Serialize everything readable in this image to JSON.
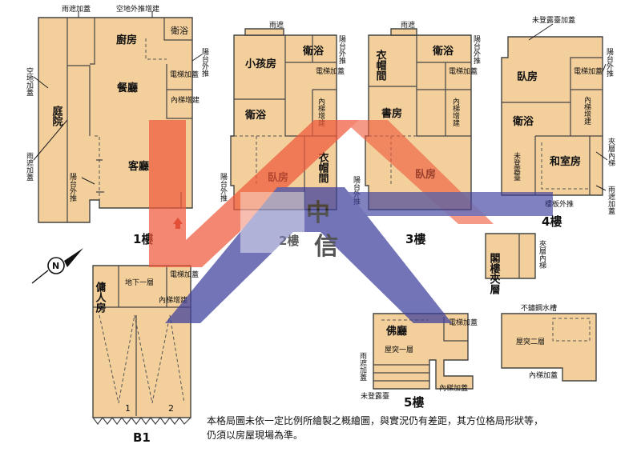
{
  "floors": {
    "f1": "1樓",
    "f2": "2樓",
    "f3": "3樓",
    "f4": "4樓",
    "f5": "5樓",
    "b1": "B1"
  },
  "f1": {
    "rain_cover_top": "雨遮加蓋",
    "yard_ext": "空地外推增建",
    "kitchen": "廚房",
    "bath": "衛浴",
    "balcony_out": "陽台外推",
    "dining": "餐廳",
    "elevator": "電梯加蓋",
    "inner_stair": "內梯增建",
    "yard": "庭院",
    "living": "客廳",
    "balcony_out2": "陽台外推",
    "yard_cover": "空地加蓋",
    "rain_cover_side": "雨遮加蓋"
  },
  "f2": {
    "rain": "雨遮",
    "kid_room": "小孩房",
    "bath_top": "衛浴",
    "balcony": "陽台外推",
    "elevator": "電梯加蓋",
    "bath": "衛浴",
    "inner_stair": "內梯增建",
    "wardrobe": "衣帽間",
    "bedroom": "臥房",
    "balcony_left": "陽台外推"
  },
  "f3": {
    "rain": "雨遮",
    "wardrobe": "衣帽間",
    "bath": "衛浴",
    "balcony": "陽台外推",
    "elevator": "電梯加蓋",
    "inner_stair": "內梯增建",
    "study": "書房",
    "bedroom": "臥房",
    "balcony_left": "陽台外推"
  },
  "f4": {
    "unreg_cover": "未登露臺加蓋",
    "bedroom": "臥房",
    "balcony": "陽台外推",
    "elevator": "電梯加蓋",
    "bath": "衛浴",
    "inner_stair": "內梯增建",
    "unreg_terrace": "未登露臺",
    "japanese": "和室房",
    "mezz_stair": "夾層內梯",
    "rain_cover": "雨遮加蓋",
    "floor_ext": "樓板外推"
  },
  "mezz": {
    "attic": "閣樓夾層",
    "mezz_stair": "夾層內梯"
  },
  "f5": {
    "buddha": "佛廳",
    "elevator": "電梯加蓋",
    "roof1": "屋突一層",
    "rain_cover": "雨遮加蓋",
    "unreg": "未登露臺",
    "inner_stair": "內梯加蓋"
  },
  "roof2": {
    "tank": "不鏽鋼水槽",
    "roof2": "屋突二層",
    "inner_stair": "內梯加蓋"
  },
  "b1": {
    "maid": "傭人房",
    "basement": "地下一層",
    "elevator": "電梯加蓋",
    "inner_stair": "內梯增建",
    "slot1": "1",
    "slot2": "2"
  },
  "watermark": {
    "text1": "中",
    "text2": "信"
  },
  "note": {
    "line1": "本格局圖未依一定比例所繪製之概繪圖，與實況仍有差距，其方位格局形狀等，",
    "line2": "仍須以房屋現場為準。"
  },
  "colors": {
    "room": "#f3cf9c",
    "arrow_red": "#ef5a3c",
    "arrow_blue": "#3c3f9c"
  },
  "compass": {
    "label": "N"
  }
}
